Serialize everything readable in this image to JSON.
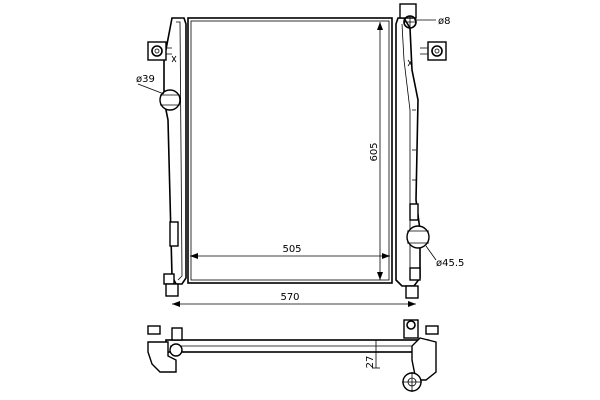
{
  "drawing": {
    "dimensions": {
      "core_height": "605",
      "core_width": "505",
      "overall_width": "570",
      "depth": "27"
    },
    "diameters": {
      "top_small": "ø8",
      "inlet": "ø39",
      "outlet": "ø45.5"
    }
  }
}
